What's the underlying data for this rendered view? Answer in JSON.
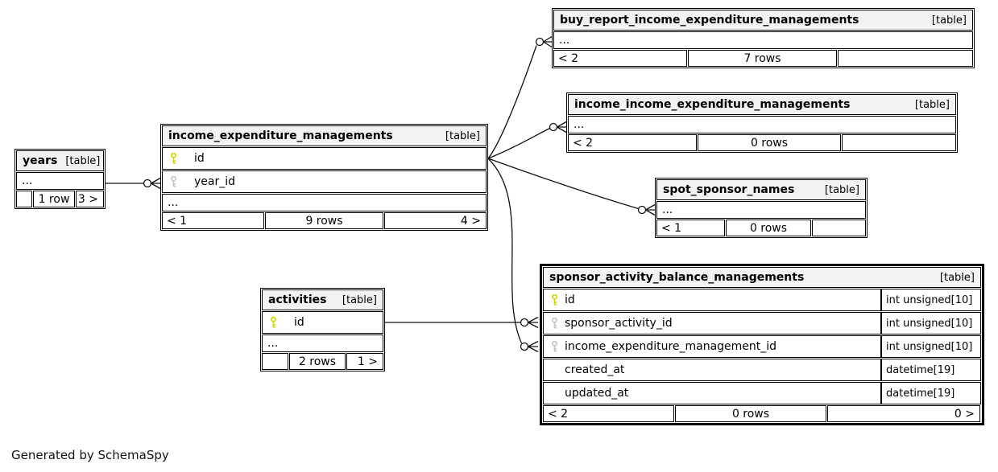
{
  "note": "Generated by SchemaSpy",
  "colors": {
    "primary_key": "#d3d300",
    "foreign_key": "#c4c4c4",
    "header_bg": "#f2f2f2",
    "border": "#000000"
  },
  "tables": {
    "years": {
      "name": "years",
      "tag": "[table]",
      "rows": [
        {
          "label": "..."
        }
      ],
      "footer": {
        "left": "",
        "center": "1 row",
        "right": "3 >"
      }
    },
    "income_expenditure_managements": {
      "name": "income_expenditure_managements",
      "tag": "[table]",
      "rows": [
        {
          "icon": "primary-key",
          "label": "id"
        },
        {
          "icon": "foreign-key",
          "label": "year_id"
        },
        {
          "label": "..."
        }
      ],
      "footer": {
        "left": "< 1",
        "center": "9 rows",
        "right": "4 >"
      }
    },
    "buy_report_income_expenditure_managements": {
      "name": "buy_report_income_expenditure_managements",
      "tag": "[table]",
      "rows": [
        {
          "label": "..."
        }
      ],
      "footer": {
        "left": "< 2",
        "center": "7 rows",
        "right": ""
      }
    },
    "income_income_expenditure_managements": {
      "name": "income_income_expenditure_managements",
      "tag": "[table]",
      "rows": [
        {
          "label": "..."
        }
      ],
      "footer": {
        "left": "< 2",
        "center": "0 rows",
        "right": ""
      }
    },
    "spot_sponsor_names": {
      "name": "spot_sponsor_names",
      "tag": "[table]",
      "rows": [
        {
          "label": "..."
        }
      ],
      "footer": {
        "left": "< 1",
        "center": "0 rows",
        "right": ""
      }
    },
    "activities": {
      "name": "activities",
      "tag": "[table]",
      "rows": [
        {
          "icon": "primary-key",
          "label": "id"
        },
        {
          "label": "..."
        }
      ],
      "footer": {
        "left": "",
        "center": "2 rows",
        "right": "1 >"
      }
    },
    "sponsor_activity_balance_managements": {
      "name": "sponsor_activity_balance_managements",
      "tag": "[table]",
      "rows": [
        {
          "icon": "primary-key",
          "label": "id",
          "type": "int unsigned[10]"
        },
        {
          "icon": "foreign-key",
          "label": "sponsor_activity_id",
          "type": "int unsigned[10]"
        },
        {
          "icon": "foreign-key",
          "label": "income_expenditure_management_id",
          "type": "int unsigned[10]"
        },
        {
          "label": "created_at",
          "type": "datetime[19]"
        },
        {
          "label": "updated_at",
          "type": "datetime[19]"
        }
      ],
      "footer": {
        "left": "< 2",
        "center": "0 rows",
        "right": "0 >"
      }
    }
  }
}
